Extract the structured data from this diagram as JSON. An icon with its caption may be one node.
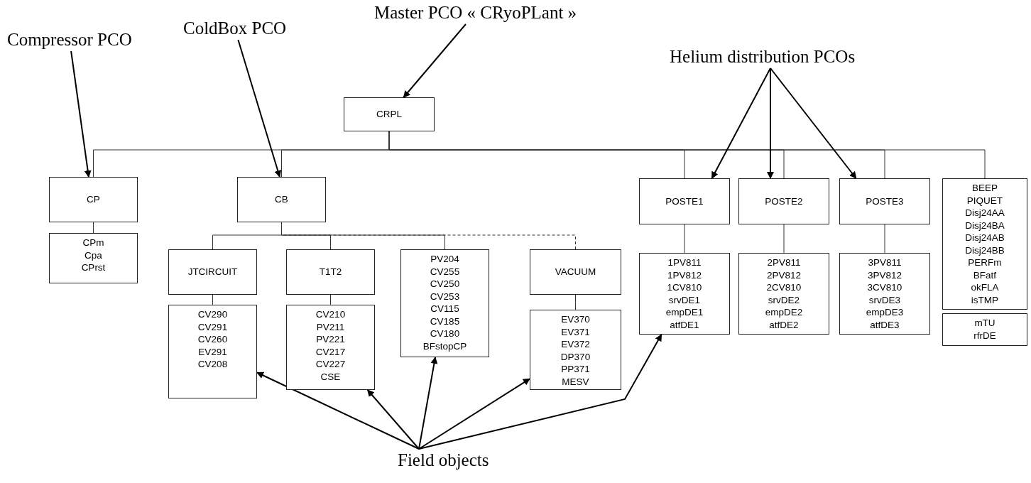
{
  "diagram": {
    "nodes": [
      {
        "text": [
          "CRPL"
        ]
      },
      {
        "text": [
          "CP"
        ]
      },
      {
        "text": [
          "CPm Cpa CPrst"
        ]
      },
      {
        "text": [
          "CB"
        ]
      },
      {
        "text": [
          "JTCIRCUIT"
        ]
      },
      {
        "text": [
          "CV290 CV291 CV260 EV291 CV208"
        ]
      },
      {
        "text": [
          "T1T2"
        ]
      },
      {
        "text": [
          "CV210 PV211 PV221 CV217 CV227 CSE"
        ]
      },
      {
        "text": [
          "PV204 CV255 CV250 CV253 CV115 CV185 CV180 BFstopCP"
        ]
      },
      {
        "text": [
          "VACUUM"
        ]
      },
      {
        "text": [
          "EV370 EV371 EV372 DP370 PP371 MESV"
        ]
      },
      {
        "text": [
          "POSTE1"
        ]
      },
      {
        "text": [
          "1PV811 1PV812 1CV810 srvDE1 empDE1 atfDE1"
        ]
      },
      {
        "text": [
          "POSTE2"
        ]
      },
      {
        "text": [
          "2PV811 2PV812 2CV810 srvDE2 empDE2 atfDE2"
        ]
      },
      {
        "text": [
          "POSTE3"
        ]
      },
      {
        "text": [
          "3PV811 3PV812 3CV810 srvDE3 empDE3 atfDE3"
        ]
      },
      {
        "text": [
          "BEEP PIQUET Disj24AA Disj24BA Disj24AB Disj24BB PERFm BFatf okFLA isTMP"
        ]
      },
      {
        "text": [
          "mTU rfrDE"
        ]
      },
      {
        "text": [
          "Compressor PCO"
        ]
      },
      {
        "text": [
          "ColdBox PCO"
        ]
      },
      {
        "text": [
          "Master PCO « CRyoPLant »"
        ]
      },
      {
        "text": [
          "Helium distribution PCOs"
        ]
      },
      {
        "text": [
          "Field objects"
        ]
      }
    ],
    "edges": [
      {
        "from": 0,
        "to": 1,
        "arrow": "none"
      },
      {
        "from": 0,
        "to": 3,
        "arrow": "none"
      },
      {
        "from": 0,
        "to": 11,
        "arrow": "none"
      },
      {
        "from": 0,
        "to": 13,
        "arrow": "none"
      },
      {
        "from": 0,
        "to": 15,
        "arrow": "none"
      },
      {
        "from": 0,
        "to": 17,
        "arrow": "none"
      },
      {
        "from": 1,
        "to": 2,
        "arrow": "none"
      },
      {
        "from": 3,
        "to": 4,
        "arrow": "none"
      },
      {
        "from": 3,
        "to": 6,
        "arrow": "none"
      },
      {
        "from": 3,
        "to": 8,
        "arrow": "none"
      },
      {
        "from": 3,
        "to": 9,
        "arrow": "none",
        "style": "dashed"
      },
      {
        "from": 4,
        "to": 5,
        "arrow": "none"
      },
      {
        "from": 6,
        "to": 7,
        "arrow": "none"
      },
      {
        "from": 9,
        "to": 10,
        "arrow": "none"
      },
      {
        "from": 11,
        "to": 12,
        "arrow": "none"
      },
      {
        "from": 13,
        "to": 14,
        "arrow": "none"
      },
      {
        "from": 15,
        "to": 16,
        "arrow": "none"
      },
      {
        "from": 19,
        "to": 1,
        "arrow": "to"
      },
      {
        "from": 20,
        "to": 3,
        "arrow": "to"
      },
      {
        "from": 21,
        "to": 0,
        "arrow": "to"
      },
      {
        "from": 22,
        "to": 11,
        "arrow": "to"
      },
      {
        "from": 22,
        "to": 13,
        "arrow": "to"
      },
      {
        "from": 22,
        "to": 15,
        "arrow": "to"
      },
      {
        "from": 23,
        "to": 5,
        "arrow": "to"
      },
      {
        "from": 23,
        "to": 7,
        "arrow": "to"
      },
      {
        "from": 23,
        "to": 8,
        "arrow": "to"
      },
      {
        "from": 23,
        "to": 10,
        "arrow": "to"
      },
      {
        "from": 23,
        "to": 12,
        "arrow": "to"
      }
    ]
  }
}
